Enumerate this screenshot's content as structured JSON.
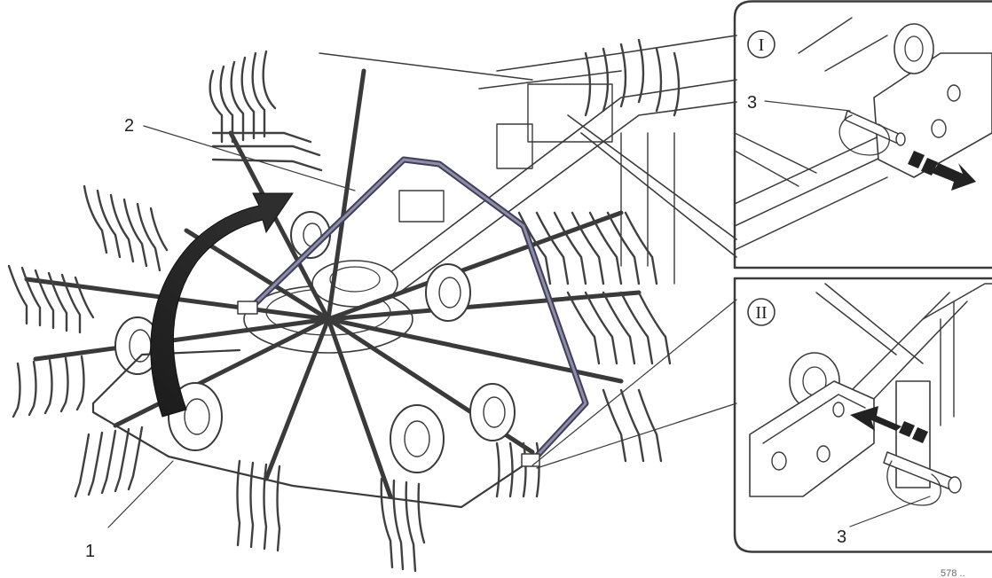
{
  "callouts": {
    "guard_bracket": "1",
    "guard_frame": "2",
    "lock_pin_upper": "3",
    "lock_pin_lower": "3"
  },
  "insets": {
    "step_one": "I",
    "step_two": "II"
  },
  "figure_code": "578 ..",
  "icons": {
    "fold_arrow": "curved-up-arrow-icon",
    "remove_arrow": "dashed-arrow-right-icon",
    "insert_arrow": "dashed-arrow-left-icon"
  }
}
